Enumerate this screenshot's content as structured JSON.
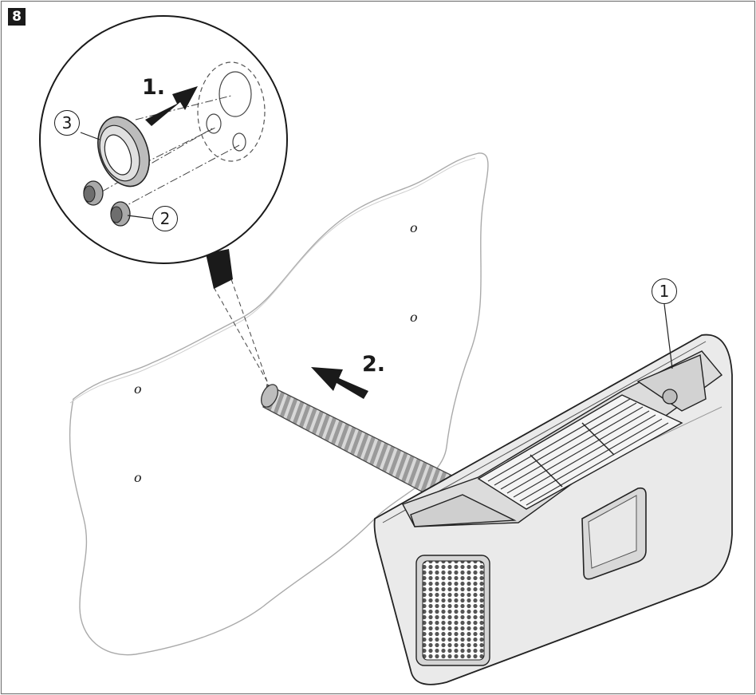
{
  "figure": {
    "step_number": "8",
    "callouts": {
      "c1": "1",
      "c2": "2",
      "c3": "3"
    },
    "steps": {
      "step1": "1.",
      "step2": "2."
    },
    "hole_marks": [
      "o",
      "o",
      "o",
      "o"
    ]
  }
}
